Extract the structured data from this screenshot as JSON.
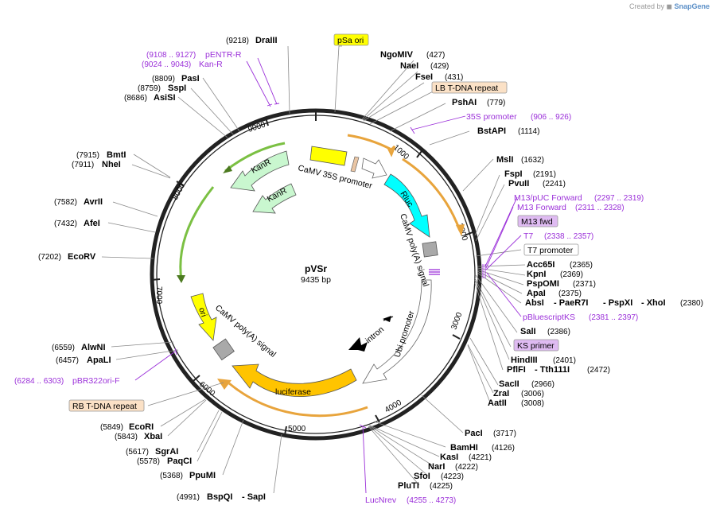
{
  "credit": {
    "prefix": "Created by",
    "brand": "SnapGene"
  },
  "plasmid": {
    "name": "pVSr",
    "length_label": "9435 bp"
  },
  "ticks": [
    "1000",
    "2000",
    "3000",
    "4000",
    "5000",
    "6000",
    "7000",
    "8000",
    "9000"
  ],
  "sites": [
    {
      "id": "draiii",
      "name": "DraIII",
      "pos": "(9218)"
    },
    {
      "id": "ngomiv",
      "name": "NgoMIV",
      "pos": "(427)"
    },
    {
      "id": "naei",
      "name": "NaeI",
      "pos": "(429)"
    },
    {
      "id": "fsei",
      "name": "FseI",
      "pos": "(431)"
    },
    {
      "id": "pshai",
      "name": "PshAI",
      "pos": "(779)"
    },
    {
      "id": "bstapi",
      "name": "BstAPI",
      "pos": "(1114)"
    },
    {
      "id": "msli",
      "name": "MslI",
      "pos": "(1632)"
    },
    {
      "id": "fspi",
      "name": "FspI",
      "pos": "(2191)"
    },
    {
      "id": "pvuii",
      "name": "PvuII",
      "pos": "(2241)"
    },
    {
      "id": "acc65i",
      "name": "Acc65I",
      "pos": "(2365)"
    },
    {
      "id": "kpni",
      "name": "KpnI",
      "pos": "(2369)"
    },
    {
      "id": "pspomi",
      "name": "PspOMI",
      "pos": "(2371)"
    },
    {
      "id": "apai",
      "name": "ApaI",
      "pos": "(2375)"
    },
    {
      "id": "absi",
      "name": "AbsI",
      "pos": ""
    },
    {
      "id": "paer7i",
      "name": "- PaeR7I",
      "pos": ""
    },
    {
      "id": "pspxi",
      "name": "- PspXI",
      "pos": ""
    },
    {
      "id": "xhoi",
      "name": "- XhoI",
      "pos": "(2380)"
    },
    {
      "id": "sali",
      "name": "SalI",
      "pos": "(2386)"
    },
    {
      "id": "hindiii",
      "name": "HindIII",
      "pos": "(2401)"
    },
    {
      "id": "pflfi",
      "name": "PflFI",
      "pos": ""
    },
    {
      "id": "tth111i",
      "name": "- Tth111I",
      "pos": "(2472)"
    },
    {
      "id": "sacii",
      "name": "SacII",
      "pos": "(2966)"
    },
    {
      "id": "zrai",
      "name": "ZraI",
      "pos": "(3006)"
    },
    {
      "id": "aatii",
      "name": "AatII",
      "pos": "(3008)"
    },
    {
      "id": "paci",
      "name": "PacI",
      "pos": "(3717)"
    },
    {
      "id": "bamhi",
      "name": "BamHI",
      "pos": "(4126)"
    },
    {
      "id": "kasi",
      "name": "KasI",
      "pos": "(4221)"
    },
    {
      "id": "nari",
      "name": "NarI",
      "pos": "(4222)"
    },
    {
      "id": "sfoi",
      "name": "SfoI",
      "pos": "(4223)"
    },
    {
      "id": "pluti",
      "name": "PluTI",
      "pos": "(4225)"
    },
    {
      "id": "bspqi",
      "name": "BspQI",
      "pos": "(4991)"
    },
    {
      "id": "sapi",
      "name": "- SapI",
      "pos": ""
    },
    {
      "id": "ppumi",
      "name": "PpuMI",
      "pos": "(5368)"
    },
    {
      "id": "paqci",
      "name": "PaqCI",
      "pos": "(5578)"
    },
    {
      "id": "sgrai",
      "name": "SgrAI",
      "pos": "(5617)"
    },
    {
      "id": "xbai",
      "name": "XbaI",
      "pos": "(5843)"
    },
    {
      "id": "ecori",
      "name": "EcoRI",
      "pos": "(5849)"
    },
    {
      "id": "apali",
      "name": "ApaLI",
      "pos": "(6457)"
    },
    {
      "id": "alwni",
      "name": "AlwNI",
      "pos": "(6559)"
    },
    {
      "id": "ecorv",
      "name": "EcoRV",
      "pos": "(7202)"
    },
    {
      "id": "afei",
      "name": "AfeI",
      "pos": "(7432)"
    },
    {
      "id": "avrii",
      "name": "AvrII",
      "pos": "(7582)"
    },
    {
      "id": "nhei",
      "name": "NheI",
      "pos": "(7911)"
    },
    {
      "id": "bmti",
      "name": "BmtI",
      "pos": "(7915)"
    },
    {
      "id": "asisi",
      "name": "AsiSI",
      "pos": "(8686)"
    },
    {
      "id": "sspi",
      "name": "SspI",
      "pos": "(8759)"
    },
    {
      "id": "pasi",
      "name": "PasI",
      "pos": "(8809)"
    }
  ],
  "primers": [
    {
      "id": "pentr-r",
      "name": "pENTR-R",
      "pos": "(9108 .. 9127)"
    },
    {
      "id": "kan-r",
      "name": "Kan-R",
      "pos": "(9024 .. 9043)"
    },
    {
      "id": "35s-promoter-primer",
      "name": "35S promoter",
      "pos": "(906 .. 926)"
    },
    {
      "id": "m13-puc-forward",
      "name": "M13/pUC Forward",
      "pos": "(2297 .. 2319)"
    },
    {
      "id": "m13-forward",
      "name": "M13 Forward",
      "pos": "(2311 .. 2328)"
    },
    {
      "id": "t7-primer",
      "name": "T7",
      "pos": "(2338 .. 2357)"
    },
    {
      "id": "pbluescriptks",
      "name": "pBluescriptKS",
      "pos": "(2381 .. 2397)"
    },
    {
      "id": "pbr322ori-f",
      "name": "pBR322ori-F",
      "pos": "(6284 .. 6303)"
    },
    {
      "id": "lucnrev",
      "name": "LucNrev",
      "pos": "(4255 .. 4273)"
    }
  ],
  "boxed_labels": {
    "psa_ori": "pSa ori",
    "lb_repeat": "LB T-DNA repeat",
    "rb_repeat": "RB T-DNA repeat",
    "m13_fwd": "M13 fwd",
    "t7_promoter": "T7 promoter",
    "ks_primer": "KS primer"
  },
  "features": {
    "camv35s_promoter": "CaMV 35S promoter",
    "rluc": "Rluc",
    "camv_polya_right": "CaMV poly(A) signal",
    "ubi_promoter": "Ubi promoter",
    "intron": "intron",
    "luciferase": "luciferase",
    "camv_polya_left": "CaMV poly(A) signal",
    "ori": "ori",
    "kanr_outer": "KanR",
    "kanr_inner": "KanR"
  },
  "colors": {
    "backbone": "#222222",
    "primer": "#9b30d9",
    "promoter_yellow": "#ffff00",
    "rluc_cyan": "#00ffff",
    "kanr_green": "#c9f7cf",
    "luciferase_orange": "#ffc400",
    "polyA_gray": "#a9a9a9",
    "lb_rb_box": "#fbe1c6",
    "psa_box": "#ffff00",
    "primer_box": "#dfbbf2"
  }
}
